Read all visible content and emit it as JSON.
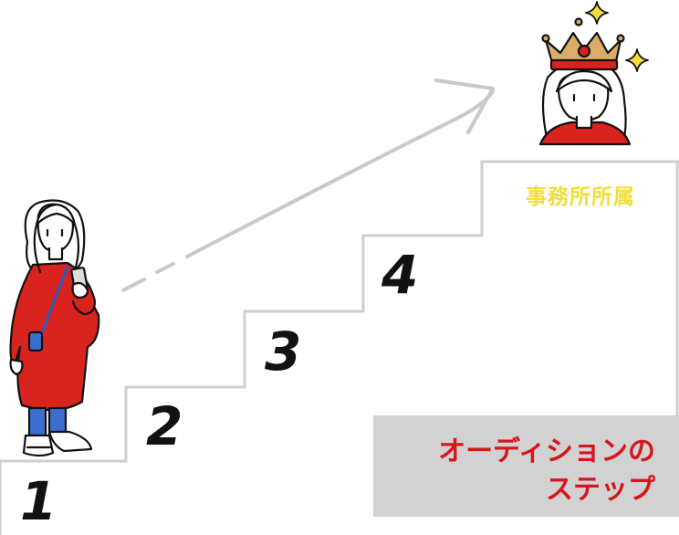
{
  "steps": [
    {
      "number": "1"
    },
    {
      "number": "2"
    },
    {
      "number": "3"
    },
    {
      "number": "4"
    }
  ],
  "goal": {
    "label": "事務所所属"
  },
  "caption": {
    "line1": "オーディションの",
    "line2": "ステップ"
  },
  "colors": {
    "coat_red": "#d8231e",
    "stair_line": "#cfcfcf",
    "goal_yellow": "#f2de3a",
    "caption_bg": "#d2d2d2",
    "caption_text": "#d6161c",
    "crown_gold": "#d9ad68",
    "jeans_blue": "#3a6fd0"
  },
  "icons": [
    "girl-with-phone-illustration",
    "crowned-girl-illustration",
    "sparkle-icon",
    "progress-arrow"
  ]
}
